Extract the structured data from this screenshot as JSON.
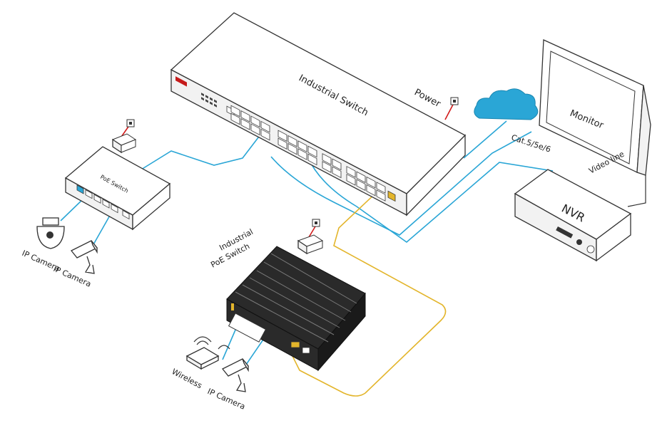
{
  "labels": {
    "industrial_switch": "Industrial Switch",
    "power": "Power",
    "monitor": "Monitor",
    "cat_cable": "Cat.5/5e/6",
    "video_line": "Video line",
    "nvr": "NVR",
    "poe_switch": "PoE Switch",
    "industrial_poe_line1": "Industrial",
    "industrial_poe_line2": "PoE Switch",
    "ip_camera_1": "IP Camera",
    "ip_camera_2": "IP Camera",
    "ip_camera_3": "IP Camera",
    "wireless": "Wireless"
  },
  "colors": {
    "ethernet_cable": "#2aa6d6",
    "fiber_cable": "#e3b52b",
    "power_cable": "#d21b1b",
    "cloud": "#2aa6d6"
  }
}
